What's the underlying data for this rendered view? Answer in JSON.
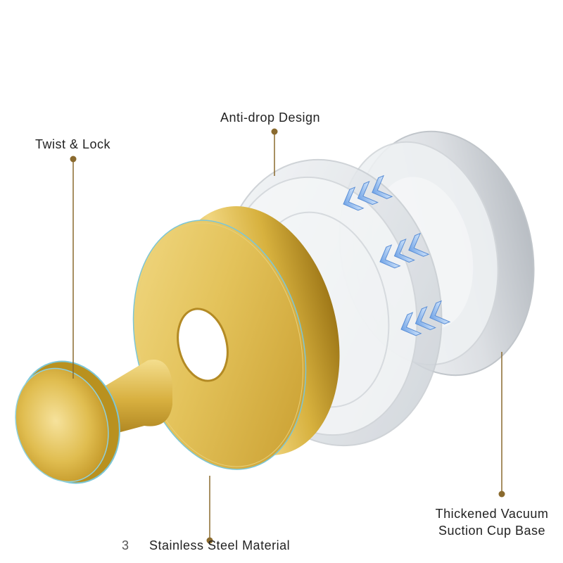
{
  "colors": {
    "gold": "#d9b441",
    "gold_dark": "#a8811e",
    "callout": "#8a6a2e",
    "acrylic": "#d8dde2",
    "chevron": "#a9c8f0",
    "text": "#222222"
  },
  "labels": {
    "twist_lock": "Twist & Lock",
    "anti_drop": "Anti-drop Design",
    "vacuum_line1": "Thickened Vacuum",
    "vacuum_line2": "Suction Cup Base",
    "steel": "Stainless Steel Material",
    "fragment": "3"
  },
  "icons": {
    "arrows": "triple-chevron-left-icon",
    "callout_dot": "callout-dot-icon"
  }
}
